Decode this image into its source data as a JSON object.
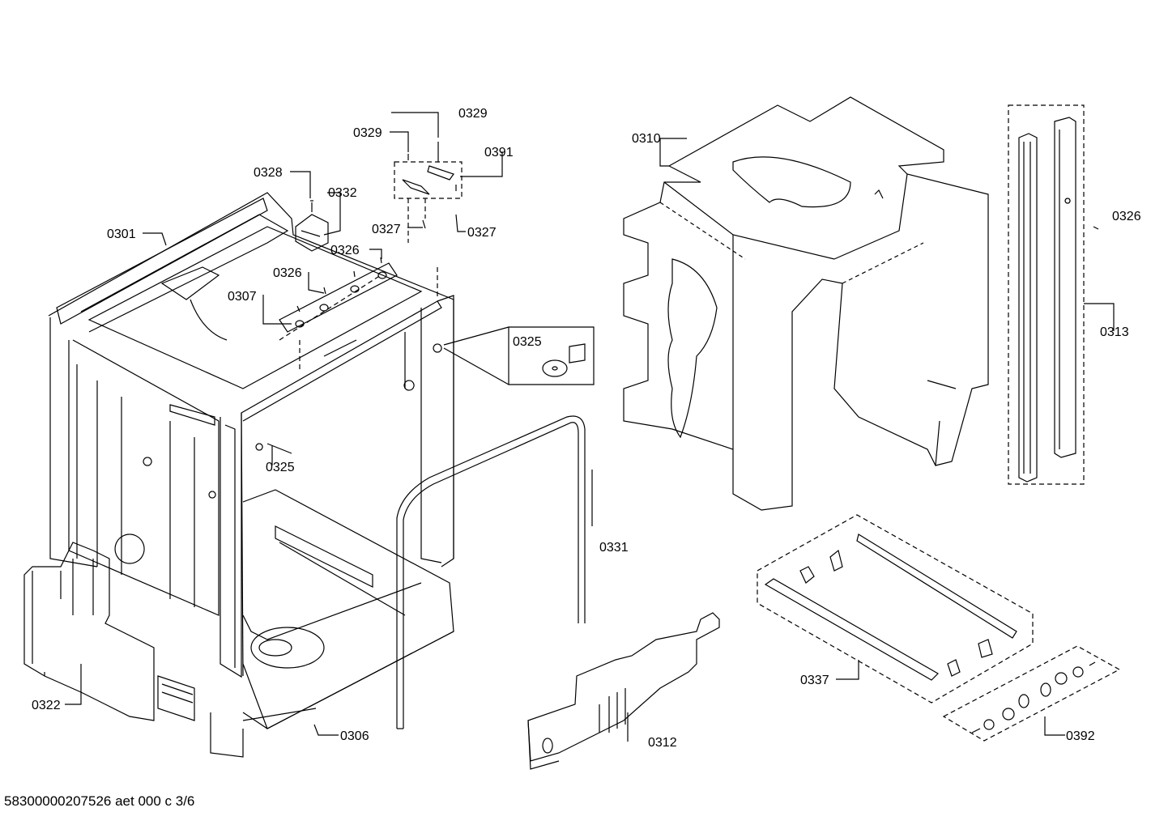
{
  "diagram": {
    "labels": {
      "p0301": "0301",
      "p0306": "0306",
      "p0307": "0307",
      "p0310": "0310",
      "p0312": "0312",
      "p0313": "0313",
      "p0322": "0322",
      "p0325a": "0325",
      "p0325b": "0325",
      "p0326a": "0326",
      "p0326b": "0326",
      "p0326c": "0326",
      "p0327a": "0327",
      "p0327b": "0327",
      "p0328": "0328",
      "p0329a": "0329",
      "p0329b": "0329",
      "p0331": "0331",
      "p0332": "0332",
      "p0337": "0337",
      "p0391": "0391",
      "p0392": "0392"
    }
  },
  "footer": {
    "text": "58300000207526 aet 000 c 3/6"
  }
}
